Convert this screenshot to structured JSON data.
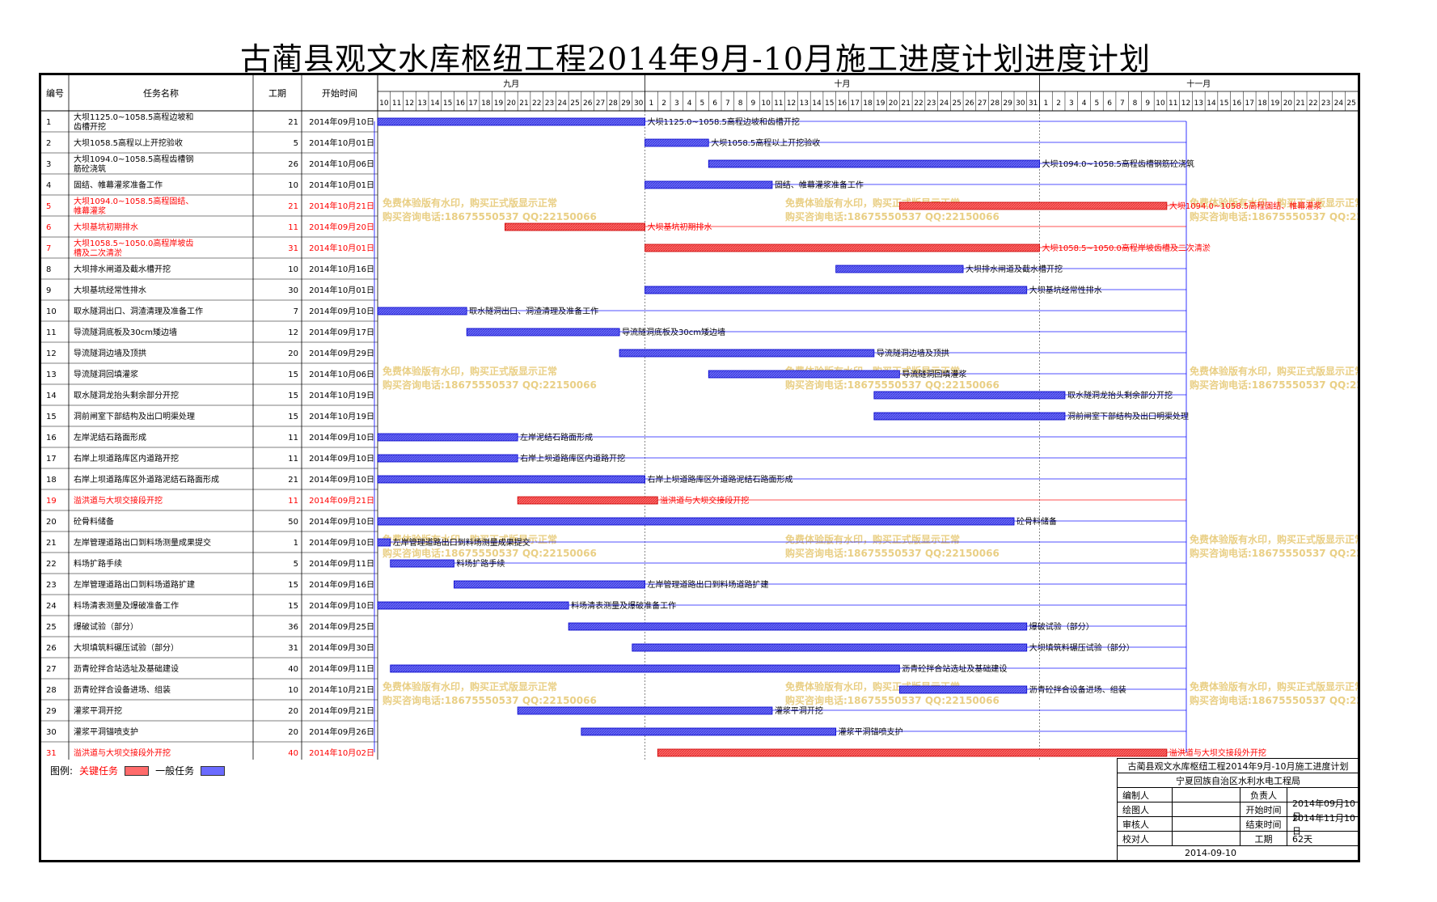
{
  "title": "古蔺县观文水库枢纽工程2014年9月-10月施工进度计划进度计划",
  "table_headers": [
    "编号",
    "任务名称",
    "工期",
    "开始时间"
  ],
  "months": [
    {
      "label": "九月",
      "start": "2014-09-10",
      "end": "2014-09-30"
    },
    {
      "label": "十月",
      "start": "2014-10-01",
      "end": "2014-10-31"
    },
    {
      "label": "十一月",
      "start": "2014-11-01",
      "end": "2014-11-25"
    }
  ],
  "watermark": {
    "line1": "免费体验版有水印，购买正式版显示正常",
    "line2": "购买咨询电话:18675550537 QQ:22150066"
  },
  "colors": {
    "critical": "#ff6b6b",
    "general": "#6b6bff",
    "critical_text": "#ff0000",
    "link_blue": "#0000ff",
    "link_red": "#ff0000",
    "watermark": "#e6c770"
  },
  "legend": {
    "label": "图例:",
    "critical": "关键任务",
    "general": "一般任务"
  },
  "chart_data": {
    "type": "gantt",
    "x_range": [
      "2014-09-10",
      "2014-11-25"
    ],
    "tasks": [
      {
        "id": "1",
        "name": "大坝1125.0~1058.5高程边坡和齿槽开挖",
        "duration": "21",
        "start": "2014年09月10日",
        "start_date": "2014-09-10",
        "days": 21,
        "critical": false
      },
      {
        "id": "2",
        "name": "大坝1058.5高程以上开挖验收",
        "duration": "5",
        "start": "2014年10月01日",
        "start_date": "2014-10-01",
        "days": 5,
        "critical": false
      },
      {
        "id": "3",
        "name": "大坝1094.0~1058.5高程齿槽钢筋砼浇筑",
        "duration": "26",
        "start": "2014年10月06日",
        "start_date": "2014-10-06",
        "days": 26,
        "critical": false
      },
      {
        "id": "4",
        "name": "固结、帷幕灌浆准备工作",
        "duration": "10",
        "start": "2014年10月01日",
        "start_date": "2014-10-01",
        "days": 10,
        "critical": false
      },
      {
        "id": "5",
        "name": "大坝1094.0~1058.5高程固结、帷幕灌浆",
        "duration": "21",
        "start": "2014年10月21日",
        "start_date": "2014-10-21",
        "days": 21,
        "critical": true
      },
      {
        "id": "6",
        "name": "大坝基坑初期排水",
        "duration": "11",
        "start": "2014年09月20日",
        "start_date": "2014-09-20",
        "days": 11,
        "critical": true
      },
      {
        "id": "7",
        "name": "大坝1058.5~1050.0高程岸坡齿槽及二次清淤",
        "duration": "31",
        "start": "2014年10月01日",
        "start_date": "2014-10-01",
        "days": 31,
        "critical": true
      },
      {
        "id": "8",
        "name": "大坝排水闸道及截水槽开挖",
        "duration": "10",
        "start": "2014年10月16日",
        "start_date": "2014-10-16",
        "days": 10,
        "critical": false
      },
      {
        "id": "9",
        "name": "大坝基坑经常性排水",
        "duration": "30",
        "start": "2014年10月01日",
        "start_date": "2014-10-01",
        "days": 30,
        "critical": false
      },
      {
        "id": "10",
        "name": "取水隧洞出口、洞渣清理及准备工作",
        "duration": "7",
        "start": "2014年09月10日",
        "start_date": "2014-09-10",
        "days": 7,
        "critical": false
      },
      {
        "id": "11",
        "name": "导流隧洞底板及30cm矮边墙",
        "duration": "12",
        "start": "2014年09月17日",
        "start_date": "2014-09-17",
        "days": 12,
        "critical": false
      },
      {
        "id": "12",
        "name": "导流隧洞边墙及顶拱",
        "duration": "20",
        "start": "2014年09月29日",
        "start_date": "2014-09-29",
        "days": 20,
        "critical": false
      },
      {
        "id": "13",
        "name": "导流隧洞回填灌浆",
        "duration": "15",
        "start": "2014年10月06日",
        "start_date": "2014-10-06",
        "days": 15,
        "critical": false
      },
      {
        "id": "14",
        "name": "取水隧洞龙抬头剩余部分开挖",
        "duration": "15",
        "start": "2014年10月19日",
        "start_date": "2014-10-19",
        "days": 15,
        "critical": false
      },
      {
        "id": "15",
        "name": "洞前闸室下部结构及出口明渠处理",
        "duration": "15",
        "start": "2014年10月19日",
        "start_date": "2014-10-19",
        "days": 15,
        "critical": false
      },
      {
        "id": "16",
        "name": "左岸泥结石路面形成",
        "duration": "11",
        "start": "2014年09月10日",
        "start_date": "2014-09-10",
        "days": 11,
        "critical": false
      },
      {
        "id": "17",
        "name": "右岸上坝道路库区内道路开挖",
        "duration": "11",
        "start": "2014年09月10日",
        "start_date": "2014-09-10",
        "days": 11,
        "critical": false
      },
      {
        "id": "18",
        "name": "右岸上坝道路库区外道路泥结石路面形成",
        "duration": "21",
        "start": "2014年09月10日",
        "start_date": "2014-09-10",
        "days": 21,
        "critical": false
      },
      {
        "id": "19",
        "name": "溢洪道与大坝交接段开挖",
        "duration": "11",
        "start": "2014年09月21日",
        "start_date": "2014-09-21",
        "days": 11,
        "critical": true
      },
      {
        "id": "20",
        "name": "砼骨料储备",
        "duration": "50",
        "start": "2014年09月10日",
        "start_date": "2014-09-10",
        "days": 50,
        "critical": false
      },
      {
        "id": "21",
        "name": "左岸管理道路出口到料场测量成果提交",
        "duration": "1",
        "start": "2014年09月10日",
        "start_date": "2014-09-10",
        "days": 1,
        "critical": false
      },
      {
        "id": "22",
        "name": "料场扩路手续",
        "duration": "5",
        "start": "2014年09月11日",
        "start_date": "2014-09-11",
        "days": 5,
        "critical": false
      },
      {
        "id": "23",
        "name": "左岸管理道路出口到料场道路扩建",
        "duration": "15",
        "start": "2014年09月16日",
        "start_date": "2014-09-16",
        "days": 15,
        "critical": false
      },
      {
        "id": "24",
        "name": "料场清表测量及爆破准备工作",
        "duration": "15",
        "start": "2014年09月10日",
        "start_date": "2014-09-10",
        "days": 15,
        "critical": false
      },
      {
        "id": "25",
        "name": "爆破试验（部分）",
        "duration": "36",
        "start": "2014年09月25日",
        "start_date": "2014-09-25",
        "days": 36,
        "critical": false
      },
      {
        "id": "26",
        "name": "大坝填筑料碾压试验（部分）",
        "duration": "31",
        "start": "2014年09月30日",
        "start_date": "2014-09-30",
        "days": 31,
        "critical": false
      },
      {
        "id": "27",
        "name": "沥青砼拌合站选址及基础建设",
        "duration": "40",
        "start": "2014年09月11日",
        "start_date": "2014-09-11",
        "days": 40,
        "critical": false
      },
      {
        "id": "28",
        "name": "沥青砼拌合设备进场、组装",
        "duration": "10",
        "start": "2014年10月21日",
        "start_date": "2014-10-21",
        "days": 10,
        "critical": false
      },
      {
        "id": "29",
        "name": "灌浆平洞开挖",
        "duration": "20",
        "start": "2014年09月21日",
        "start_date": "2014-09-21",
        "days": 20,
        "critical": false
      },
      {
        "id": "30",
        "name": "灌浆平洞锚喷支护",
        "duration": "20",
        "start": "2014年09月26日",
        "start_date": "2014-09-26",
        "days": 20,
        "critical": false
      },
      {
        "id": "31",
        "name": "溢洪道与大坝交接段外开挖",
        "duration": "40",
        "start": "2014年10月02日",
        "start_date": "2014-10-02",
        "days": 40,
        "critical": true
      }
    ]
  },
  "title_block": {
    "line1": "古蔺县观文水库枢纽工程2014年9月-10月施工进度计划",
    "line2": "宁夏回族自治区水利水电工程局",
    "rows": [
      [
        "编制人",
        "",
        "负责人",
        ""
      ],
      [
        "绘图人",
        "",
        "开始时间",
        "2014年09月10日"
      ],
      [
        "审核人",
        "",
        "结束时间",
        "2014年11月10日"
      ],
      [
        "校对人",
        "",
        "工期",
        "62天"
      ]
    ],
    "date": "2014-09-10"
  }
}
